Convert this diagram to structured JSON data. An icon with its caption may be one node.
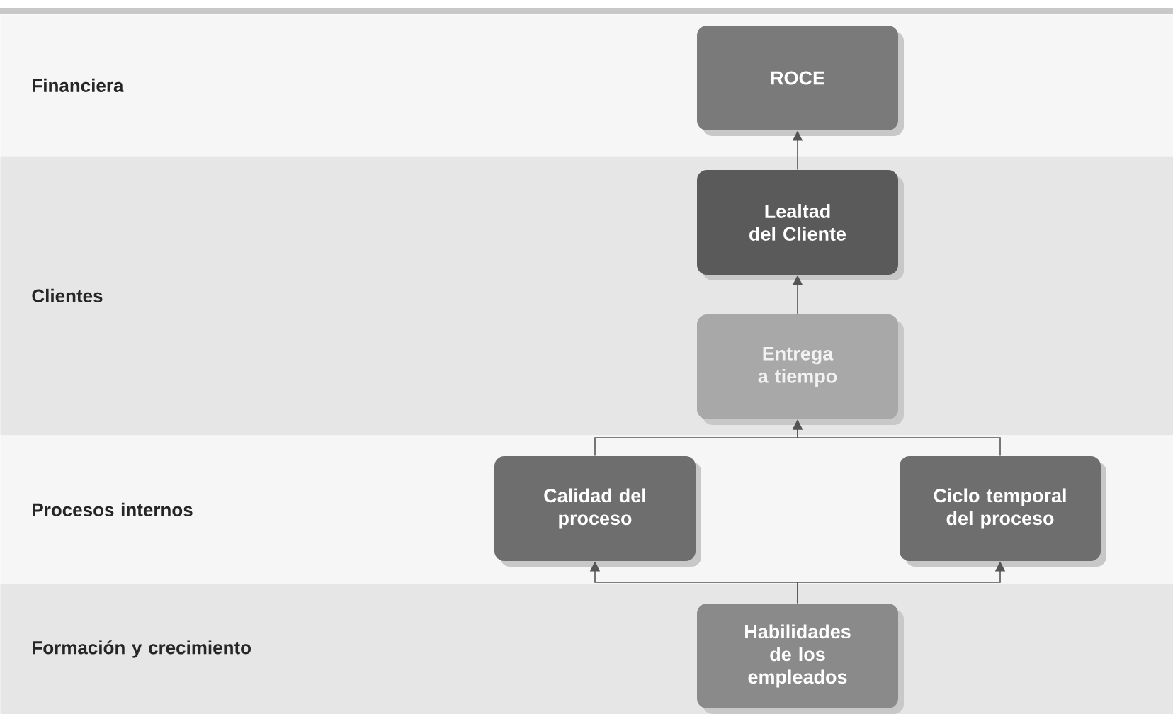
{
  "diagram": {
    "nodes": [
      {
        "text": [
          "Financiera"
        ]
      },
      {
        "text": [
          "ROCE"
        ],
        "in": 0
      },
      {
        "text": [
          "Clientes"
        ]
      },
      {
        "text": [
          "Lealtad del Cliente"
        ],
        "in": 2
      },
      {
        "text": [
          "Entrega a tiempo"
        ],
        "in": 2
      },
      {
        "text": [
          "Procesos internos"
        ]
      },
      {
        "text": [
          "Calidad del proceso"
        ],
        "in": 5
      },
      {
        "text": [
          "Ciclo temporal del proceso"
        ],
        "in": 5
      },
      {
        "text": [
          "Formación y crecimiento"
        ]
      },
      {
        "text": [
          "Habilidades de los empleados"
        ],
        "in": 8
      }
    ],
    "edges": [
      {
        "from": 3,
        "to": 1,
        "arrow": "to"
      },
      {
        "from": 4,
        "to": 3,
        "arrow": "to"
      },
      {
        "from": 6,
        "to": 4,
        "arrow": "to"
      },
      {
        "from": 7,
        "to": 4,
        "arrow": "to"
      },
      {
        "from": 9,
        "to": 6,
        "arrow": "to"
      },
      {
        "from": 9,
        "to": 7,
        "arrow": "to"
      }
    ]
  }
}
